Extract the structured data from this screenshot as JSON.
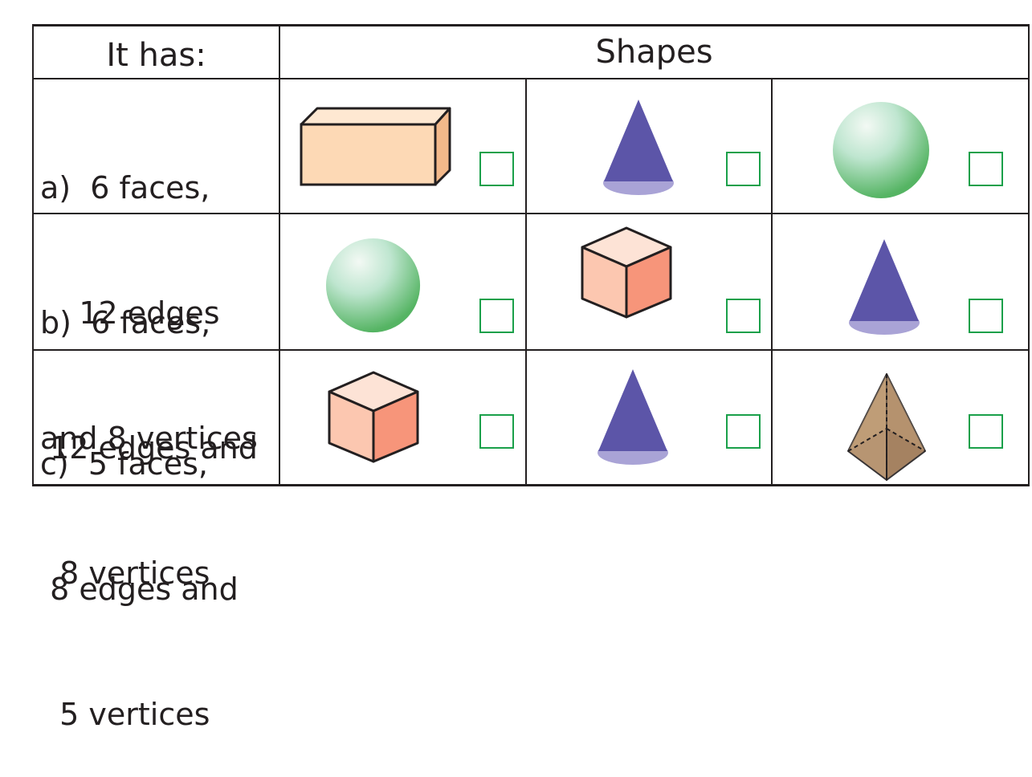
{
  "table": {
    "header_col1": "It has:",
    "header_col2": "Shapes"
  },
  "rows": [
    {
      "label": "a)",
      "lines": [
        "a)  6 faces,",
        "    12 edges",
        "and 8 vertices"
      ],
      "shapes": [
        "cuboid",
        "cone",
        "sphere"
      ]
    },
    {
      "label": "b)",
      "lines": [
        "b)  6 faces,",
        " 12 edges and",
        "  8 vertices"
      ],
      "shapes": [
        "sphere",
        "cube",
        "cone"
      ]
    },
    {
      "label": "c)",
      "lines": [
        "c)  5 faces,",
        " 8 edges and",
        "  5 vertices"
      ],
      "shapes": [
        "cube",
        "cone",
        "square-pyramid"
      ]
    }
  ],
  "colors": {
    "grid": "#231f20",
    "checkbox_border": "#1aa04a",
    "cuboid_fill": "#fdd9b5",
    "cone_fill": "#5c55a8",
    "cone_base": "#a9a3d6",
    "sphere_fill": "#8fd19a",
    "cube_front": "#fcc7b0",
    "cube_side": "#f7957a",
    "pyramid_fill": "#b08a63"
  }
}
